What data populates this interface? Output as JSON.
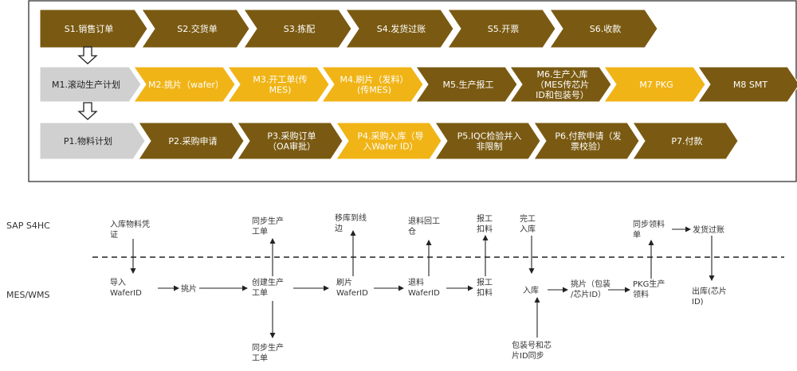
{
  "colors": {
    "brown": "#7a5a12",
    "gold": "#f0b416",
    "grey": "#d0d0d0",
    "border": "#222222",
    "line": "#222222",
    "text_dark": "#333333"
  },
  "process_rows": [
    {
      "id": "sales",
      "steps": [
        {
          "label": [
            "S1.销售订单"
          ],
          "fill": "brown"
        },
        {
          "label": [
            "S2.交货单"
          ],
          "fill": "brown"
        },
        {
          "label": [
            "S3.拣配"
          ],
          "fill": "brown"
        },
        {
          "label": [
            "S4.发货过账"
          ],
          "fill": "brown"
        },
        {
          "label": [
            "S5.开票"
          ],
          "fill": "brown"
        },
        {
          "label": [
            "S6.收款"
          ],
          "fill": "brown"
        }
      ]
    },
    {
      "id": "manufacturing",
      "steps": [
        {
          "label": [
            "M1.滚动生产计划"
          ],
          "fill": "grey"
        },
        {
          "label": [
            "M2.挑片（wafer）"
          ],
          "fill": "gold"
        },
        {
          "label": [
            "M3.开工单(传",
            "MES)"
          ],
          "fill": "gold"
        },
        {
          "label": [
            "M4.刷片（发料）",
            "(传MES)"
          ],
          "fill": "gold"
        },
        {
          "label": [
            "M5.生产报工"
          ],
          "fill": "brown"
        },
        {
          "label": [
            "M6.生产入库",
            "（MES传芯片",
            "ID和包装号）"
          ],
          "fill": "brown"
        },
        {
          "label": [
            "M7 PKG"
          ],
          "fill": "gold"
        },
        {
          "label": [
            "M8 SMT"
          ],
          "fill": "brown"
        }
      ]
    },
    {
      "id": "purchasing",
      "steps": [
        {
          "label": [
            "P1.物料计划"
          ],
          "fill": "grey"
        },
        {
          "label": [
            "P2.采购申请"
          ],
          "fill": "brown"
        },
        {
          "label": [
            "P3.采购订单",
            "（OA审批）"
          ],
          "fill": "brown"
        },
        {
          "label": [
            "P4.采购入库（导",
            "入Wafer ID）"
          ],
          "fill": "gold"
        },
        {
          "label": [
            "P5.IQC检验并入",
            "非限制"
          ],
          "fill": "brown"
        },
        {
          "label": [
            "P6.付款申请（发",
            "票校验）"
          ],
          "fill": "brown"
        },
        {
          "label": [
            "P7.付款"
          ],
          "fill": "brown"
        }
      ]
    }
  ],
  "lanes": {
    "top": "SAP S4HC",
    "bottom": "MES/WMS"
  },
  "nodes": {
    "sap_receipt": [
      "入库物料凭",
      "证"
    ],
    "mes_import": [
      "导入",
      "WaferID"
    ],
    "mes_pick": [
      "挑片"
    ],
    "sap_sync_wo1": [
      "同步生产",
      "工单"
    ],
    "mes_create_wo": [
      "创建生产",
      "工单"
    ],
    "ext_sync_wo2": [
      "同步生产",
      "工单"
    ],
    "sap_transfer": [
      "移库到线",
      "边"
    ],
    "mes_brush": [
      "刷片",
      "WaferID"
    ],
    "sap_return": [
      "退料回工",
      "仓"
    ],
    "mes_return": [
      "退料",
      "WaferID"
    ],
    "sap_report": [
      "报工",
      "扣料"
    ],
    "mes_report": [
      "报工",
      "扣料"
    ],
    "sap_finish": [
      "完工",
      "入库"
    ],
    "mes_inbound": [
      "入库"
    ],
    "ext_pkgsync": [
      "包装号和芯",
      "片ID同步"
    ],
    "mes_pick2": [
      "挑片（包装",
      "/芯片ID）"
    ],
    "mes_pkg": [
      "PKG生产",
      "领料"
    ],
    "sap_sync_req": [
      "同步领料",
      "单"
    ],
    "sap_ship": [
      "发货过账"
    ],
    "mes_out": [
      "出库(芯片",
      "ID)"
    ]
  }
}
